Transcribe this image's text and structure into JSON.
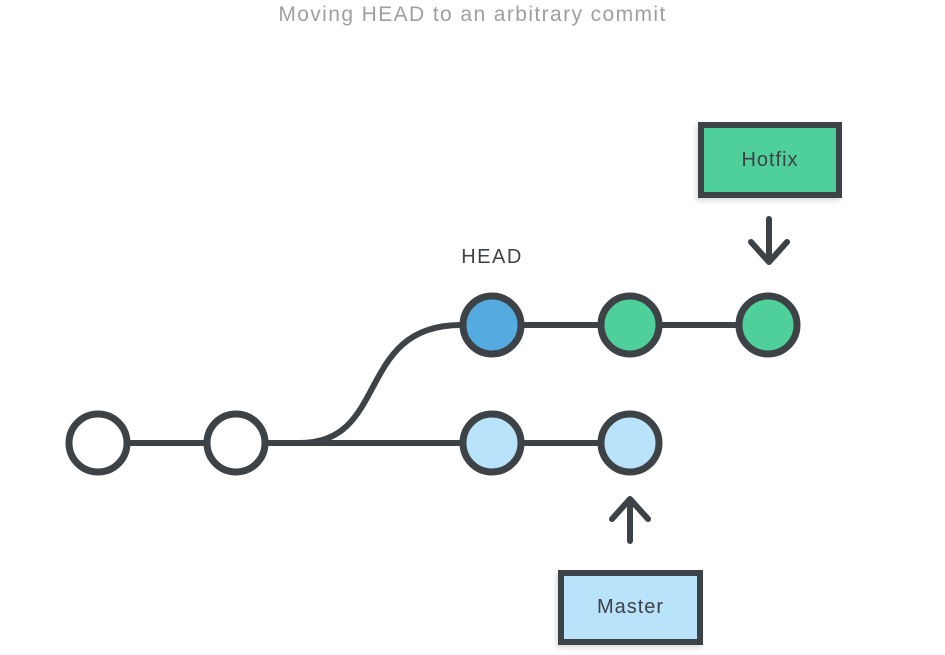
{
  "title": "Moving HEAD to an arbitrary commit",
  "labels": {
    "head": "HEAD",
    "hotfix": "Hotfix",
    "master": "Master"
  },
  "colors": {
    "ink": "#3d4247",
    "green": "#4fd09a",
    "blue": "#55abe0",
    "lightblue": "#b9e3fb",
    "titlegray": "#9da0a2",
    "white": "#ffffff",
    "bg": "#ffffff"
  },
  "diagram": {
    "type": "git-commit-graph",
    "branches": [
      {
        "name": "hotfix",
        "commits": [
          {
            "id": "head-commit",
            "color": "blue",
            "note": "current HEAD"
          },
          {
            "id": "hotfix-commit-1",
            "color": "green"
          },
          {
            "id": "hotfix-commit-2",
            "color": "green",
            "note": "Hotfix branch tip"
          }
        ]
      },
      {
        "name": "master",
        "commits": [
          {
            "id": "root-commit-1",
            "color": "white"
          },
          {
            "id": "root-commit-2",
            "color": "white",
            "note": "branch point"
          },
          {
            "id": "master-commit-1",
            "color": "lightblue"
          },
          {
            "id": "master-commit-2",
            "color": "lightblue",
            "note": "Master branch tip"
          }
        ]
      }
    ],
    "annotations": [
      {
        "label": "HEAD",
        "points_to": "head-commit",
        "style": "text-above"
      },
      {
        "label": "Hotfix",
        "points_to": "hotfix-commit-2",
        "style": "box-with-down-arrow"
      },
      {
        "label": "Master",
        "points_to": "master-commit-2",
        "style": "box-with-up-arrow"
      }
    ]
  }
}
